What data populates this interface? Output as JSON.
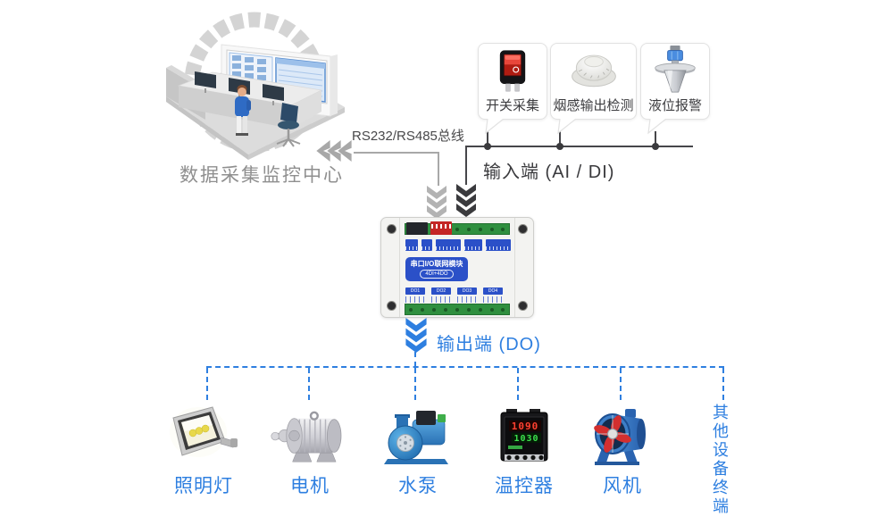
{
  "monitoring_center": {
    "label": "数据采集监控中心"
  },
  "bus": {
    "label": "RS232/RS485总线"
  },
  "input_bus": {
    "label": "输入端 (AI / DI)"
  },
  "output_bus": {
    "label": "输出端 (DO)"
  },
  "input_devices": [
    {
      "label": "开关采集",
      "icon": "rocker-switch-icon"
    },
    {
      "label": "烟感输出检测",
      "icon": "smoke-detector-icon"
    },
    {
      "label": "液位报警",
      "icon": "level-sensor-icon"
    }
  ],
  "module": {
    "title": "串口I/O联网模块",
    "badge": "4DI+4DO",
    "ports": [
      "DO1",
      "DO2",
      "DO3",
      "DO4"
    ]
  },
  "output_devices": [
    {
      "label": "照明灯",
      "icon": "floodlight-icon"
    },
    {
      "label": "电机",
      "icon": "motor-icon"
    },
    {
      "label": "水泵",
      "icon": "water-pump-icon"
    },
    {
      "label": "温控器",
      "icon": "temperature-controller-icon",
      "display_top": "1090",
      "display_bottom": "1030"
    },
    {
      "label": "风机",
      "icon": "fan-icon"
    }
  ],
  "other_terminal": {
    "label": "其他设备终端"
  },
  "colors": {
    "accent_blue": "#2e7fe0",
    "module_blue": "#2b50c8",
    "line_dark": "#46464a",
    "line_gray": "#a8a8a8",
    "text_gray": "#8f8f8f"
  }
}
